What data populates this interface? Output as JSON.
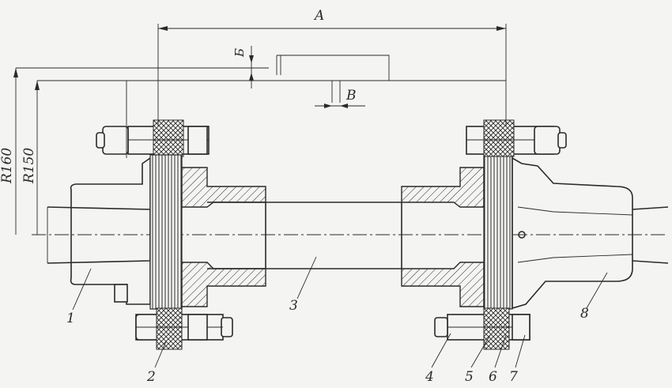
{
  "dimensions": {
    "A": "A",
    "B": "Б",
    "V": "В",
    "R160": "R160",
    "R150": "R150"
  },
  "parts": [
    "1",
    "2",
    "3",
    "4",
    "5",
    "6",
    "7",
    "8"
  ]
}
